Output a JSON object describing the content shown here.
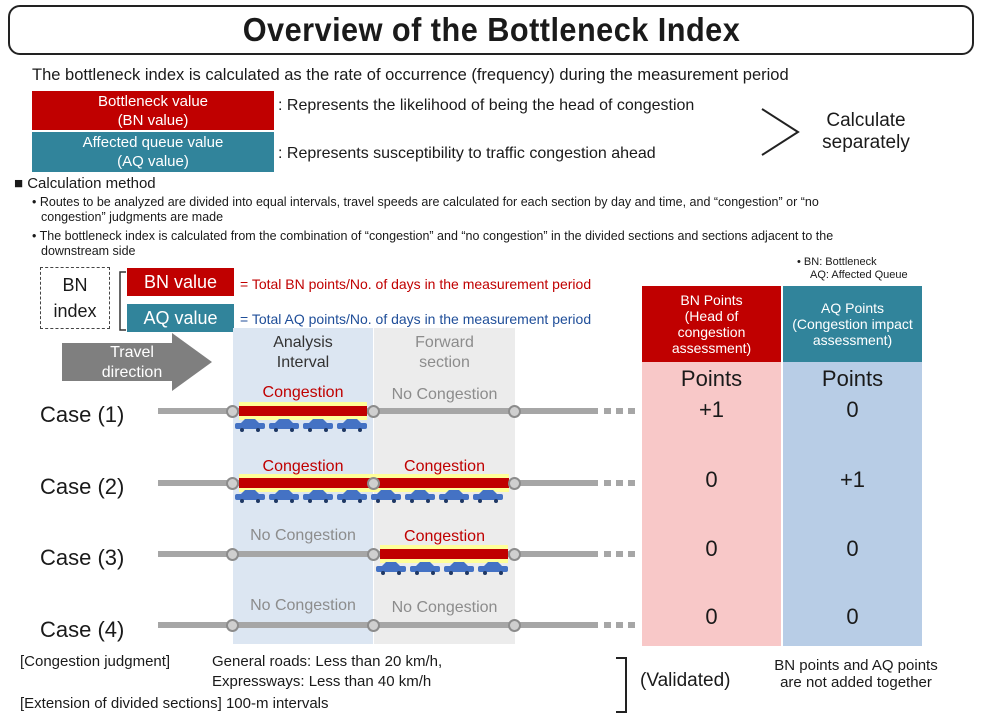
{
  "title": "Overview of the Bottleneck Index",
  "intro": "The bottleneck index is calculated as the rate of occurrence (frequency) during the measurement period",
  "definitions": [
    {
      "label_line1": "Bottleneck value",
      "label_line2": "(BN value)",
      "description": ": Represents the likelihood of being the head of congestion"
    },
    {
      "label_line1": "Affected queue value",
      "label_line2": "(AQ value)",
      "description": ": Represents susceptibility to traffic congestion ahead"
    }
  ],
  "calc_separately_line1": "Calculate",
  "calc_separately_line2": "separately",
  "method_heading": "■ Calculation method",
  "method_bullets": [
    {
      "line1": "• Routes to be analyzed are divided into equal intervals, travel speeds are calculated for each section by day and time, and “congestion” or “no",
      "line2": "congestion” judgments are made"
    },
    {
      "line1": "• The bottleneck index is calculated from the combination of “congestion” and “no congestion” in the divided sections and sections adjacent to the",
      "line2": "downstream side"
    }
  ],
  "note_line1": "•  BN: Bottleneck",
  "note_line2": "AQ: Affected Queue",
  "bn_index_line1": "BN",
  "bn_index_line2": "index",
  "formulas": [
    {
      "label": "BN value",
      "text": "= Total BN points/No. of days in the measurement period",
      "color": "#c00000"
    },
    {
      "label": "AQ value",
      "text": "= Total AQ points/No. of days in the measurement period",
      "color": "#1f4e99"
    }
  ],
  "travel_direction_line1": "Travel",
  "travel_direction_line2": "direction",
  "analysis_interval_line1": "Analysis",
  "analysis_interval_line2": "Interval",
  "forward_section_line1": "Forward",
  "forward_section_line2": "section",
  "table_headers": [
    {
      "line1": "BN Points",
      "line2": "(Head of",
      "line3": "congestion",
      "line4": "assessment)"
    },
    {
      "line1": "AQ Points",
      "line2": "(Congestion impact",
      "line3": "assessment)",
      "line4": ""
    }
  ],
  "points_label": "Points",
  "status_labels": {
    "congestion": "Congestion",
    "no_congestion": "No Congestion"
  },
  "cases": [
    {
      "label": "Case (1)",
      "analysis": "Congestion",
      "forward": "No Congestion",
      "bn": "+1",
      "aq": "0"
    },
    {
      "label": "Case (2)",
      "analysis": "Congestion",
      "forward": "Congestion",
      "bn": "0",
      "aq": "+1"
    },
    {
      "label": "Case (3)",
      "analysis": "No Congestion",
      "forward": "Congestion",
      "bn": "0",
      "aq": "0"
    },
    {
      "label": "Case (4)",
      "analysis": "No Congestion",
      "forward": "No Congestion",
      "bn": "0",
      "aq": "0"
    }
  ],
  "footer": {
    "judgment_label": "[Congestion judgment]",
    "judgment_line1": "General roads: Less than 20 km/h,",
    "judgment_line2": "Expressways: Less than 40 km/h",
    "extension": "[Extension of divided sections] 100-m intervals",
    "validated": "(Validated)",
    "not_added_line1": "BN points and AQ points",
    "not_added_line2": "are not added together"
  },
  "colors": {
    "red": "#c00000",
    "teal": "#31849b",
    "bn_column": "#f8c8c8",
    "aq_column": "#b8cde6",
    "analysis_bg": "#dce6f2",
    "forward_bg": "#ececec",
    "car": "#4472c4"
  }
}
